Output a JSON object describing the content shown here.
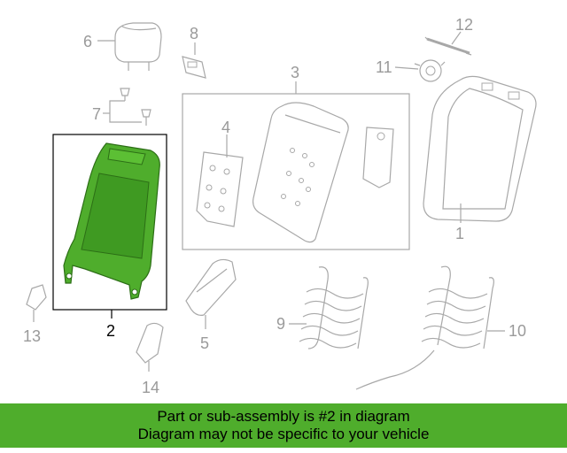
{
  "callouts": {
    "c1": "1",
    "c2": "2",
    "c3": "3",
    "c4": "4",
    "c5": "5",
    "c6": "6",
    "c7": "7",
    "c8": "8",
    "c9": "9",
    "c10": "10",
    "c11": "11",
    "c12": "12",
    "c13": "13",
    "c14": "14"
  },
  "highlight": {
    "part": "2",
    "color": "#4fad2c"
  },
  "banner": {
    "line1": "Part or sub-assembly is #2 in diagram",
    "line2": "Diagram may not be specific to your vehicle",
    "color": "#4fad2c"
  }
}
